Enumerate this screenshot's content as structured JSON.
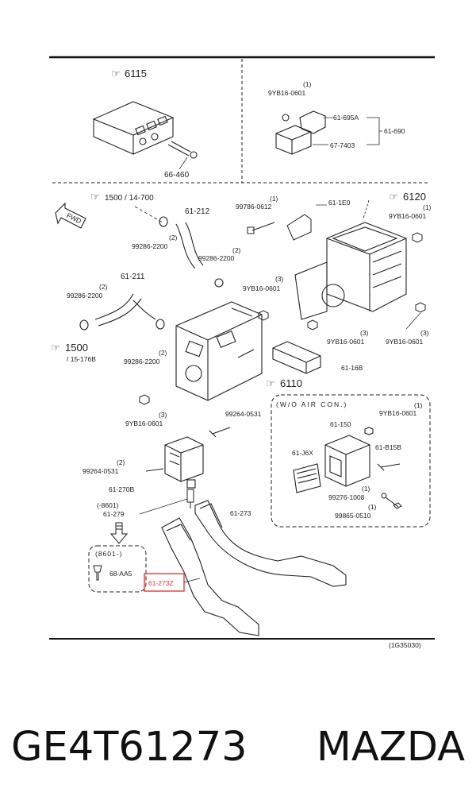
{
  "diagram": {
    "ref_code": "(1G35030)",
    "labels": {
      "l6115": "6115",
      "l66460": "66-460",
      "l9yb_top": "9YB16-0601",
      "l9yb_top_q": "(1)",
      "l61695a": "61-695A",
      "l61690": "61-690",
      "l677403": "67-7403",
      "l1500_14700": "1500 / 14-700",
      "l61212": "61-212",
      "l99786": "99786-0612",
      "l99786_q": "(1)",
      "l611e0": "61-1E0",
      "l6120": "6120",
      "l9yb_r1": "9YB16-0601",
      "l9yb_r1_q": "(1)",
      "fwd": "FWD",
      "l99286_a": "99286-2200",
      "l99286_a_q": "(2)",
      "l99286_b": "99286-2200",
      "l99286_b_q": "(2)",
      "l61211": "61-211",
      "l99286_c": "99286-2200",
      "l99286_c_q": "(2)",
      "l9yb_mid": "9YB16-0601",
      "l9yb_mid_q": "(3)",
      "l1500": "1500",
      "l15176b": "/ 15-176B",
      "l99286_d": "99286-2200",
      "l99286_d_q": "(2)",
      "l9yb_r2": "9YB16-0601",
      "l9yb_r2_q": "(3)",
      "l9yb_r3": "9YB16-0601",
      "l9yb_r3_q": "(3)",
      "l6116b": "61-16B",
      "l6110": "6110",
      "l9yb_left": "9YB16-0601",
      "l9yb_left_q": "(3)",
      "l99264_a": "99264-0531",
      "wo_aircon": "(W/O AIR CON.)",
      "l61150": "61-150",
      "l9yb_box": "9YB16-0601",
      "l9yb_box_q": "(1)",
      "l99264_b": "99264-0531",
      "l99264_b_q": "(2)",
      "l61j6x": "61-J6X",
      "l61b15b": "61-B15B",
      "l61270b": "61-270B",
      "l99276": "99276-1008",
      "l99276_q": "(1)",
      "l8601_a": "(-8601)",
      "l61279": "61-279",
      "l61273": "61-273",
      "l99865": "99865-0510",
      "l99865_q": "(1)",
      "l8601_b": "(8601-)",
      "l68aa5": "68-AA5",
      "l61273z": "61-273Z"
    }
  },
  "caption": {
    "part_number": "GE4T61273",
    "brand": "MAZDA"
  }
}
